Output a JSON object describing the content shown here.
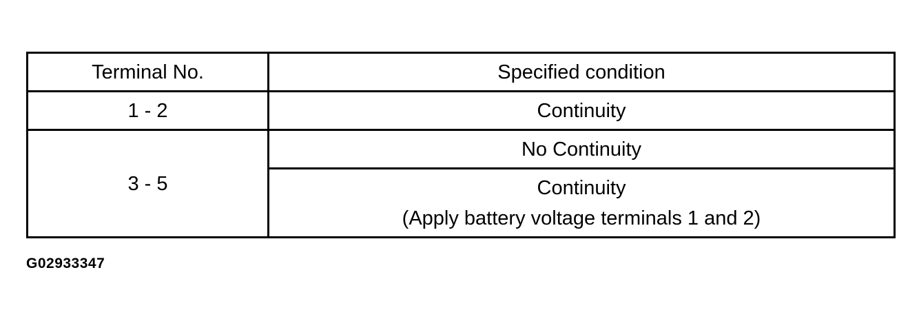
{
  "table": {
    "headers": [
      "Terminal No.",
      "Specified condition"
    ],
    "rows": [
      {
        "terminal": "1 - 2",
        "conditions": [
          [
            "Continuity"
          ]
        ]
      },
      {
        "terminal": "3 - 5",
        "conditions": [
          [
            "No Continuity"
          ],
          [
            "Continuity",
            "(Apply battery voltage terminals 1 and 2)"
          ]
        ]
      }
    ]
  },
  "figure_id": "G02933347"
}
